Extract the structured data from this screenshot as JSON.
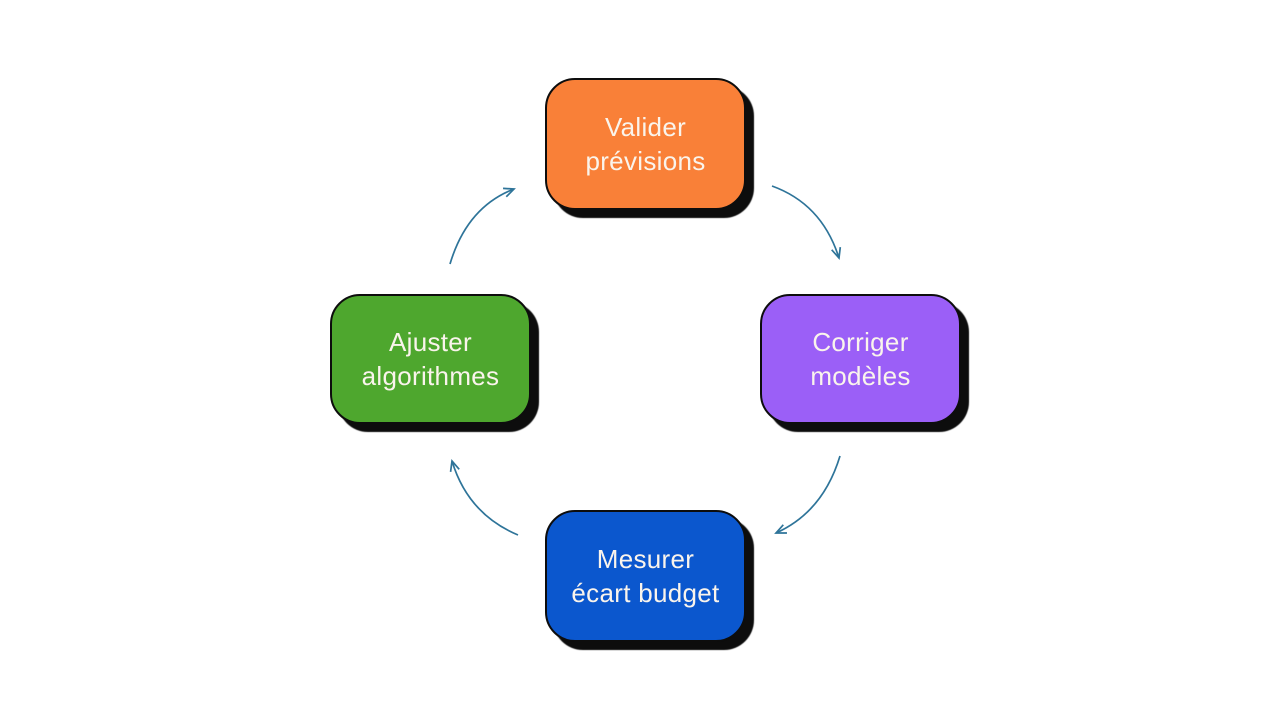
{
  "diagram": {
    "type": "cycle",
    "background_color": "#ffffff",
    "arrow_color": "#2e7499",
    "border_color": "#0d0d0d",
    "text_color": "#faf4ec",
    "nodes": [
      {
        "id": "valider-previsions",
        "position": "top",
        "lines": [
          "Valider",
          "prévisions"
        ],
        "label": "Valider prévisions",
        "color": "#f98038"
      },
      {
        "id": "corriger-modeles",
        "position": "right",
        "lines": [
          "Corriger",
          "modèles"
        ],
        "label": "Corriger modèles",
        "color": "#9b5ff7"
      },
      {
        "id": "mesurer-ecart-budget",
        "position": "bottom",
        "lines": [
          "Mesurer",
          "écart budget"
        ],
        "label": "Mesurer écart budget",
        "color": "#0b57ce"
      },
      {
        "id": "ajuster-algorithmes",
        "position": "left",
        "lines": [
          "Ajuster",
          "algorithmes"
        ],
        "label": "Ajuster algorithmes",
        "color": "#4ea72e"
      }
    ],
    "arrows": [
      {
        "id": "arrow-top-to-right",
        "from": "valider-previsions",
        "to": "corriger-modeles"
      },
      {
        "id": "arrow-right-to-bottom",
        "from": "corriger-modeles",
        "to": "mesurer-ecart-budget"
      },
      {
        "id": "arrow-bottom-to-left",
        "from": "mesurer-ecart-budget",
        "to": "ajuster-algorithmes"
      },
      {
        "id": "arrow-left-to-top",
        "from": "ajuster-algorithmes",
        "to": "valider-previsions"
      }
    ]
  }
}
